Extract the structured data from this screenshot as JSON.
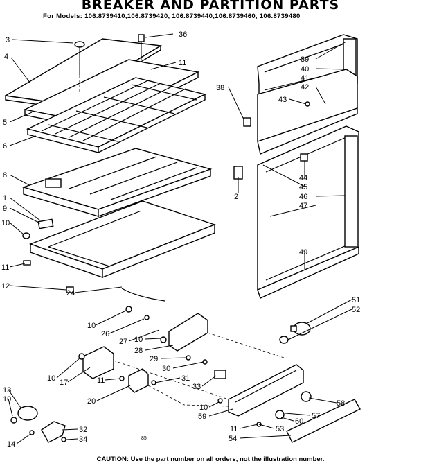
{
  "header": {
    "title": "BREAKER AND PARTITION PARTS",
    "models": "For Models: 106.8739410,106.8739420, 106.8739440,106.8739460, 106.8739480"
  },
  "footer": {
    "caution": "CAUTION: Use the part number on all orders, not the illustration number."
  },
  "page_mark": "85",
  "callouts": {
    "c3": "3",
    "c36": "36",
    "c4": "4",
    "c11a": "11",
    "c5": "5",
    "c6": "6",
    "c8": "8",
    "c1": "1",
    "c9": "9",
    "c10a": "10",
    "c11b": "11",
    "c12": "12",
    "c38": "38",
    "c39": "39",
    "c40": "40",
    "c41": "41",
    "c42": "42",
    "c43": "43",
    "c44": "44",
    "c45": "45",
    "c46": "46",
    "c47": "47",
    "c2": "2",
    "c49": "49",
    "c51": "51",
    "c52": "52",
    "c24": "24",
    "c10b": "10",
    "c26": "26",
    "c27": "27",
    "c10c": "10",
    "c28": "28",
    "c29": "29",
    "c30": "30",
    "c10d": "10",
    "c17": "17",
    "c11c": "11",
    "c31": "31",
    "c20": "20",
    "c33": "33",
    "c58": "58",
    "c10e": "10",
    "c59": "59",
    "c57": "57",
    "c60": "60",
    "c13": "13",
    "c10f": "10",
    "c32": "32",
    "c34": "34",
    "c14": "14",
    "c11d": "11",
    "c53": "53",
    "c54": "54"
  }
}
